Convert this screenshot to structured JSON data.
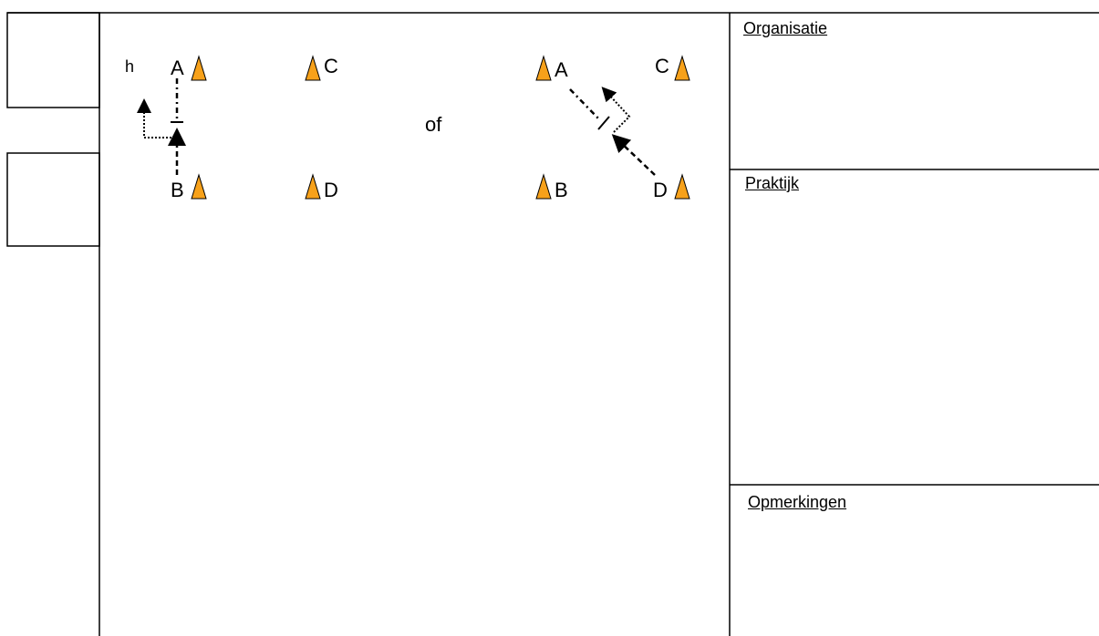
{
  "sections": {
    "organisatie": "Organisatie",
    "praktijk": "Praktijk",
    "opmerkingen": "Opmerkingen"
  },
  "diagram": {
    "left": {
      "small_label": "h",
      "cones": [
        "A",
        "C",
        "B",
        "D"
      ]
    },
    "middle_word": "of",
    "right": {
      "cones": [
        "A",
        "C",
        "B",
        "D"
      ]
    }
  },
  "colors": {
    "cone_fill": "#F7A11A",
    "line": "#000000",
    "background": "#ffffff"
  }
}
